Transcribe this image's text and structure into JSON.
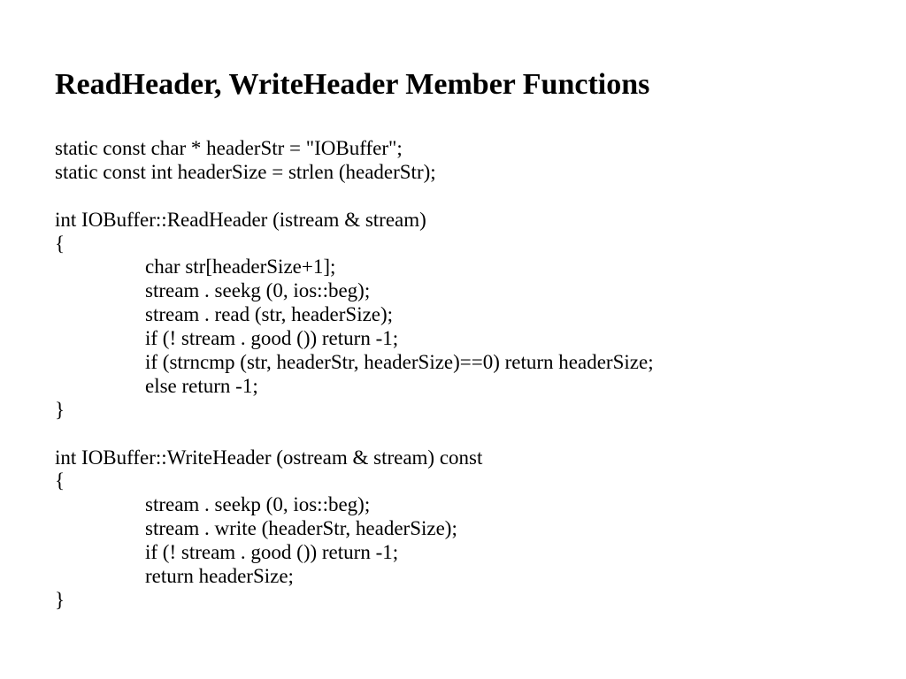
{
  "slide": {
    "title": "ReadHeader, WriteHeader Member Functions",
    "lines": [
      {
        "text": "static const char * headerStr = \"IOBuffer\";",
        "indent": 0
      },
      {
        "text": "static const int headerSize = strlen (headerStr);",
        "indent": 0
      },
      {
        "text": "",
        "indent": 0
      },
      {
        "text": "int IOBuffer::ReadHeader (istream & stream)",
        "indent": 0
      },
      {
        "text": "{",
        "indent": 0
      },
      {
        "text": "char str[headerSize+1];",
        "indent": 1
      },
      {
        "text": "stream . seekg (0, ios::beg);",
        "indent": 1
      },
      {
        "text": "stream . read (str, headerSize);",
        "indent": 1
      },
      {
        "text": "if (! stream . good ()) return -1;",
        "indent": 1
      },
      {
        "text": "if (strncmp (str, headerStr, headerSize)==0) return headerSize;",
        "indent": 1
      },
      {
        "text": "else return -1;",
        "indent": 1
      },
      {
        "text": "}",
        "indent": 0
      },
      {
        "text": "",
        "indent": 0
      },
      {
        "text": "int IOBuffer::WriteHeader (ostream & stream) const",
        "indent": 0
      },
      {
        "text": "{",
        "indent": 0
      },
      {
        "text": "stream . seekp (0, ios::beg);",
        "indent": 1
      },
      {
        "text": "stream . write (headerStr, headerSize);",
        "indent": 1
      },
      {
        "text": "if (! stream . good ()) return -1;",
        "indent": 1
      },
      {
        "text": "return headerSize;",
        "indent": 1
      },
      {
        "text": "}",
        "indent": 0
      }
    ]
  }
}
